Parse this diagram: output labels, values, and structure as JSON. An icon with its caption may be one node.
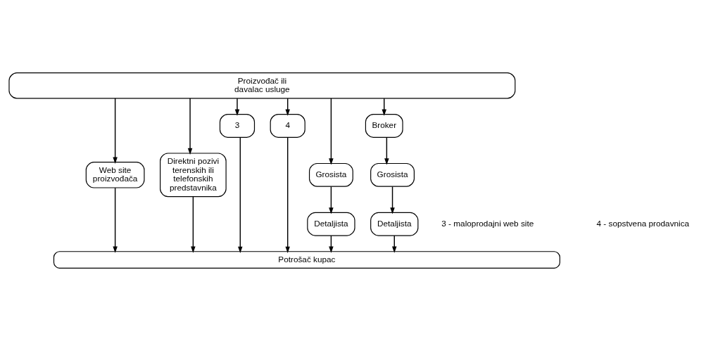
{
  "diagram": {
    "nodes": [
      {
        "text": [
          "Proizvođač ili davalac usluge"
        ]
      },
      {
        "text": [
          "Web site proizvođača"
        ]
      },
      {
        "text": [
          "Direktni pozivi terenskih ili telefonskih predstavnika"
        ]
      },
      {
        "text": [
          "3"
        ]
      },
      {
        "text": [
          "4"
        ]
      },
      {
        "text": [
          "Grosista"
        ]
      },
      {
        "text": [
          "Detaljista"
        ]
      },
      {
        "text": [
          "Broker"
        ]
      },
      {
        "text": [
          "Grosista"
        ]
      },
      {
        "text": [
          "Detaljista"
        ]
      },
      {
        "text": [
          "Potrošač kupac"
        ]
      }
    ],
    "edges": [
      {
        "from": 0,
        "to": 1,
        "arrow": "to"
      },
      {
        "from": 0,
        "to": 2,
        "arrow": "to"
      },
      {
        "from": 0,
        "to": 3,
        "arrow": "to"
      },
      {
        "from": 0,
        "to": 4,
        "arrow": "to"
      },
      {
        "from": 0,
        "to": 5,
        "arrow": "to"
      },
      {
        "from": 5,
        "to": 6,
        "arrow": "to"
      },
      {
        "from": 0,
        "to": 7,
        "arrow": "to"
      },
      {
        "from": 7,
        "to": 8,
        "arrow": "to"
      },
      {
        "from": 8,
        "to": 9,
        "arrow": "to"
      },
      {
        "from": 1,
        "to": 10,
        "arrow": "to"
      },
      {
        "from": 2,
        "to": 10,
        "arrow": "to"
      },
      {
        "from": 3,
        "to": 10,
        "arrow": "to"
      },
      {
        "from": 4,
        "to": 10,
        "arrow": "to"
      },
      {
        "from": 6,
        "to": 10,
        "arrow": "to"
      },
      {
        "from": 9,
        "to": 10,
        "arrow": "to"
      }
    ],
    "labels": [
      "3 - maloprodajni web site",
      "4 - sopstvena prodavnica"
    ]
  }
}
